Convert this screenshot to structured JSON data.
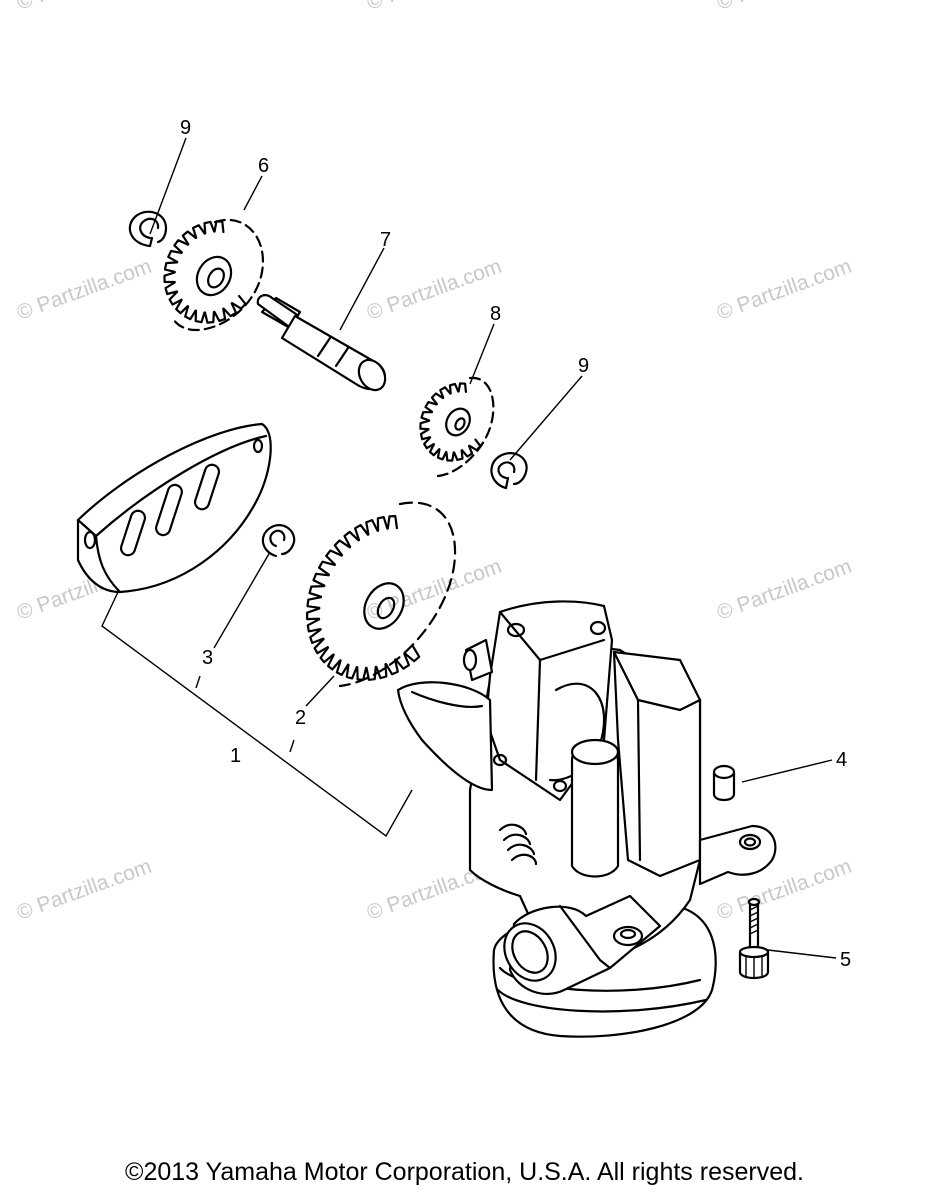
{
  "callouts": {
    "c1": "1",
    "c2": "2",
    "c3": "3",
    "c4": "4",
    "c5": "5",
    "c6": "6",
    "c7": "7",
    "c8": "8",
    "c9a": "9",
    "c9b": "9"
  },
  "watermark": "© Partzilla.com",
  "copyright": "©2013 Yamaha Motor Corporation, U.S.A. All rights reserved."
}
